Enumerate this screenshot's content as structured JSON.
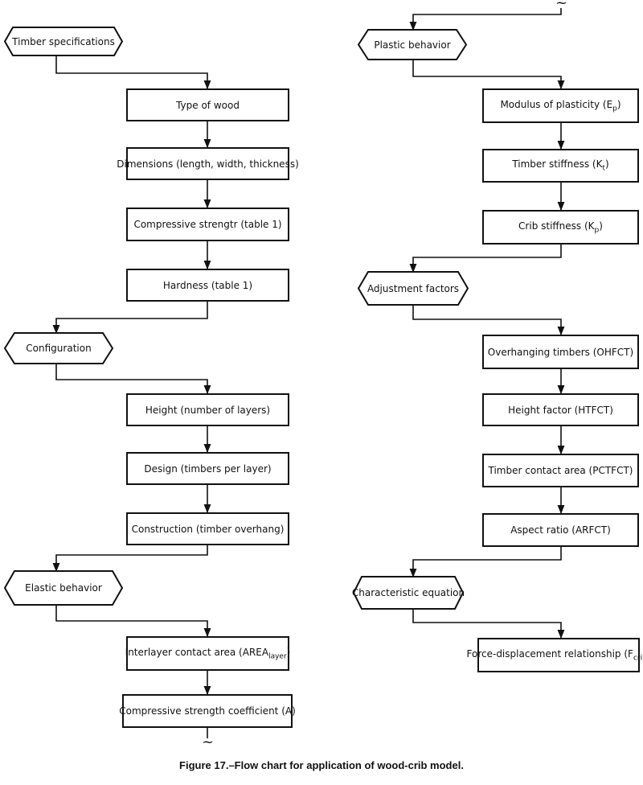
{
  "left_column": {
    "timber_specifications": "Timber specifications",
    "type_of_wood": "Type of wood",
    "dimensions": "Dimensions (length, width, thickness)",
    "compressive_strength": "Compressive strengtr (table 1)",
    "hardness": "Hardness (table 1)",
    "configuration": "Configuration",
    "height": "Height (number of layers)",
    "design": "Design (timbers per layer)",
    "construction": "Construction (timber overhang)",
    "elastic_behavior": "Elastic behavior",
    "interlayer_contact_area": "Interlayer contact area (AREA",
    "interlayer_contact_area_sub": "layer",
    "interlayer_contact_area_end": ")",
    "compressive_strength_coefficient": "Compressive strength coefficient (A)"
  },
  "right_column": {
    "plastic_behavior": "Plastic behavior",
    "modulus_of_plasticity": "Modulus of plasticity (E",
    "modulus_of_plasticity_sub": "p",
    "modulus_of_plasticity_end": ")",
    "timber_stiffness": "Timber stiffness (K",
    "timber_stiffness_sub": "t",
    "timber_stiffness_end": ")",
    "crib_stiffness": "Crib stiffness (K",
    "crib_stiffness_sub": "p",
    "crib_stiffness_end": ")",
    "adjustment_factors": "Adjustment factors",
    "overhanging_timbers": "Overhanging timbers (OHFCT)",
    "height_factor": "Height factor (HTFCT)",
    "timber_contact_area": "Timber contact area (PCTFCT)",
    "aspect_ratio": "Aspect ratio (ARFCT)",
    "characteristic_equation": "Characteristic equation",
    "force_displacement": "Force-displacement relationship (F",
    "force_displacement_sub": "crib",
    "force_displacement_end": ")"
  },
  "connector_symbol": "~",
  "caption": "Figure 17.–Flow chart for application of wood-crib model."
}
